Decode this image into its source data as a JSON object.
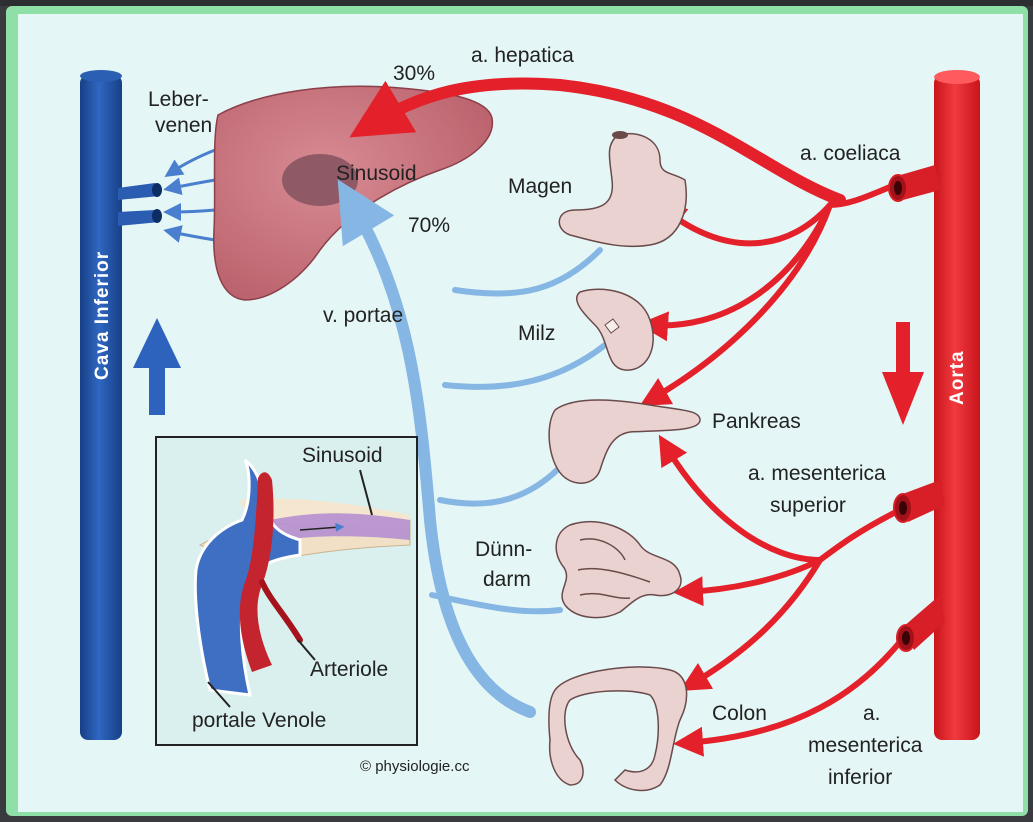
{
  "labels": {
    "leber": "Leber-",
    "venen": "venen",
    "cava": "Cava Inferior",
    "aorta": "Aorta",
    "pct30": "30%",
    "a_hepatica": "a. hepatica",
    "sinusoid": "Sinusoid",
    "pct70": "70%",
    "v_portae": "v. portae",
    "magen": "Magen",
    "a_coeliaca": "a. coeliaca",
    "milz": "Milz",
    "pankreas": "Pankreas",
    "a_mes_sup_1": "a. mesenterica",
    "a_mes_sup_2": "superior",
    "duenn_1": "Dünn-",
    "duenn_2": "darm",
    "colon": "Colon",
    "a_mes_inf_1": "a.",
    "a_mes_inf_2": "mesenterica",
    "a_mes_inf_3": "inferior",
    "inset_sinusoid": "Sinusoid",
    "inset_arteriole": "Arteriole",
    "inset_venole": "portale Venole",
    "credit": "© physiologie.cc"
  },
  "colors": {
    "artery": "#e4202a",
    "vein_dark": "#1f4e9e",
    "vein_light": "#86b6e3",
    "liver": "#c8737d",
    "organ": "#e9d2d0",
    "background": "#e4f6f5",
    "frame": "#8fe0a6"
  }
}
